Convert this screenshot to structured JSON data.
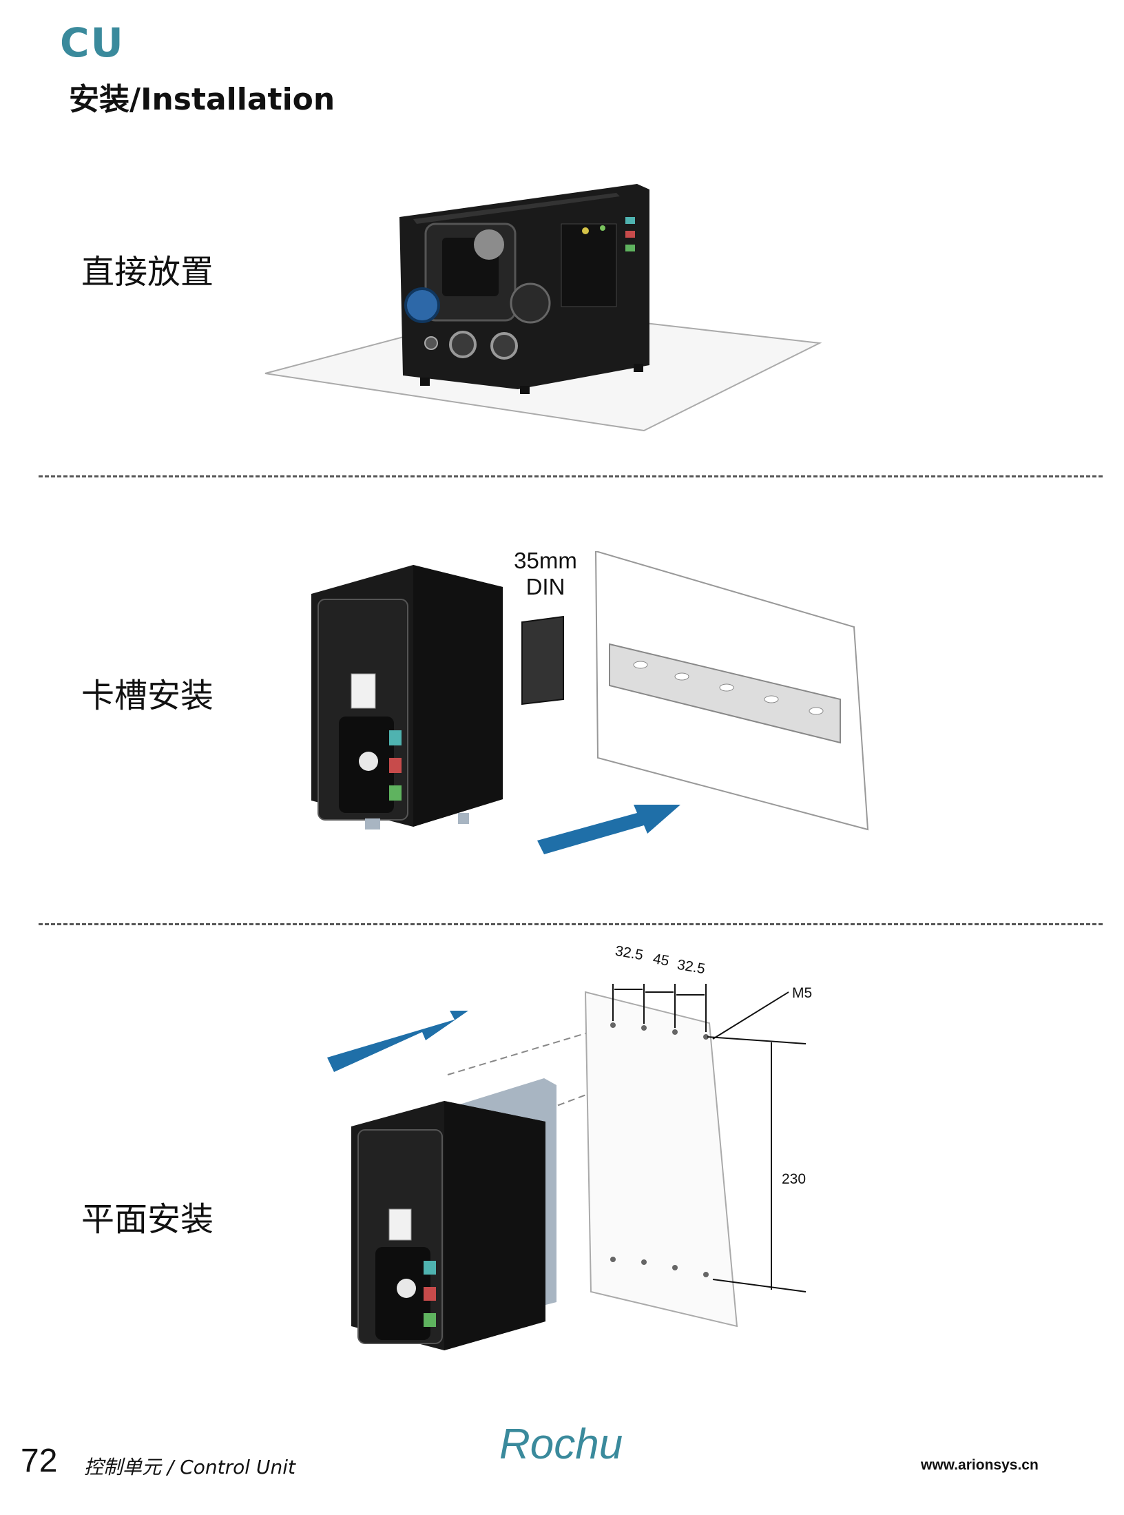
{
  "header": {
    "product_code": "CU",
    "section_title": "安装/Installation"
  },
  "sections": [
    {
      "label": "直接放置"
    },
    {
      "label": "卡槽安装",
      "rail_label_line1": "35mm",
      "rail_label_line2": "DIN"
    },
    {
      "label": "平面安装",
      "dimensions": {
        "spacing_left": "32.5",
        "spacing_middle": "45",
        "spacing_right": "32.5",
        "thread": "M5",
        "height": "230"
      }
    }
  ],
  "footer": {
    "page_number": "72",
    "title": "控制单元 / Control Unit",
    "brand_logo_text": "Rochu",
    "website": "www.arionsys.cn"
  },
  "colors": {
    "accent": "#3a8a9c",
    "arrow_blue": "#1f6fa8",
    "device_body": "#1a1a1a"
  }
}
